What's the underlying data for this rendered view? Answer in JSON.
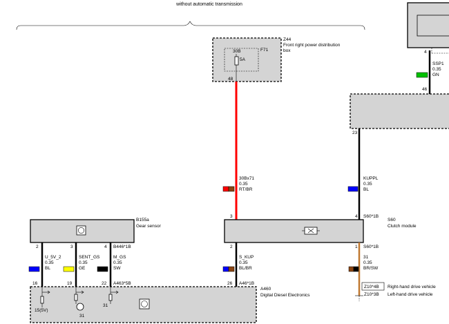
{
  "header": {
    "title": "without automatic transmission"
  },
  "components": {
    "z44": {
      "id": "Z44",
      "name_line1": "Front right power distribution",
      "name_line2": "box"
    },
    "f71": {
      "id": "F71",
      "fuse_label": "30B",
      "fuse_rating": "5A",
      "pin": "48"
    },
    "top_right": {
      "pin_top": "4",
      "pin_bottom": "46"
    },
    "mid_right": {
      "pin_bottom": "23"
    },
    "b155a": {
      "id": "B155a",
      "name": "Gear sensor",
      "pins": [
        "2",
        "3",
        "4"
      ],
      "connector": "B446*1B"
    },
    "s60": {
      "id": "S60",
      "name": "Clutch module",
      "pin_top_left": "3",
      "pin_top_right": "4",
      "connector_top": "S60*1B",
      "pin_bottom_left": "2",
      "pin_bottom_right": "1",
      "connector_bottom": "S60*1B"
    },
    "a460": {
      "id": "A460",
      "name": "Digital Diesel Electronics",
      "pins_left": [
        "16",
        "19",
        "22"
      ],
      "connector_left": "A463*5B",
      "pin_right": "26",
      "connector_right": "A46*1B",
      "label_15": "15(5V)",
      "label_31": "31"
    },
    "z10": {
      "c1_id": "Z10*4B",
      "c1_name": "Right-hand drive vehicle",
      "c2_id": "Z10*3B",
      "c2_name": "Left-hand drive vehicle"
    }
  },
  "wires": {
    "ssp1": {
      "name": "SSP1",
      "gauge": "0.35",
      "color_code": "GN",
      "swatch": [
        "#00c000"
      ]
    },
    "w30b": {
      "name": "30Bx71",
      "gauge": "0.35",
      "color_code": "RT/BR",
      "swatch": [
        "#ff0000",
        "#8b4513"
      ]
    },
    "kuppl": {
      "name": "KUPPL",
      "gauge": "0.35",
      "color_code": "BL",
      "swatch": [
        "#0000ff"
      ]
    },
    "u5v": {
      "name": "U_5V_2",
      "gauge": "0.35",
      "color_code": "BL",
      "swatch": [
        "#0000ff"
      ]
    },
    "sent": {
      "name": "SENT_GS",
      "gauge": "0.35",
      "color_code": "GE",
      "swatch": [
        "#ffff00"
      ]
    },
    "mgs": {
      "name": "M_GS",
      "gauge": "0.35",
      "color_code": "SW",
      "swatch": [
        "#000000"
      ]
    },
    "skup": {
      "name": "S_KUP",
      "gauge": "0.35",
      "color_code": "BL/BR",
      "swatch": [
        "#0000ff",
        "#8b4513"
      ]
    },
    "w31": {
      "name": "31",
      "gauge": "0.35",
      "color_code": "BR/SW",
      "swatch": [
        "#8b4513",
        "#000000"
      ]
    }
  },
  "colors": {
    "red": "#ff0000",
    "brown": "#c07830",
    "box_fill": "#d4d4d4"
  }
}
